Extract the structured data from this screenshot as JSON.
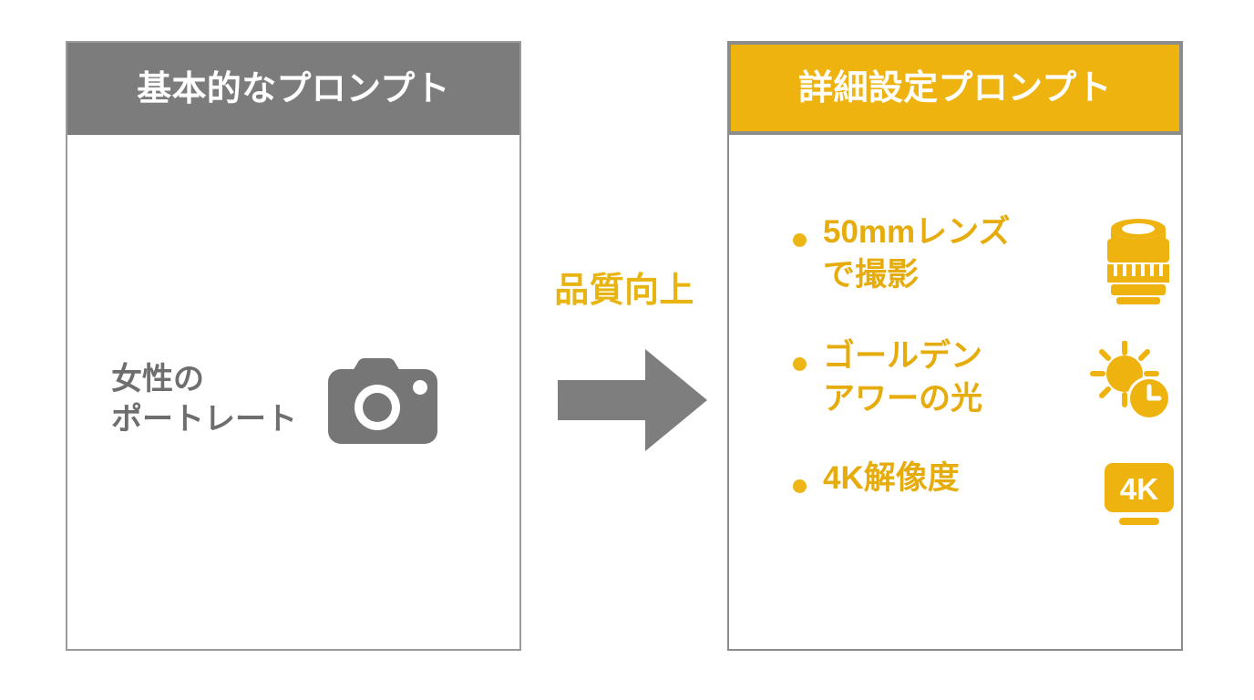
{
  "palette": {
    "amber": "#EFB310",
    "amber_text": "#E6AC0C",
    "gray_header": "#7C7C7C",
    "gray_text": "#6E6E6E",
    "gray_border": "#8C8C8C",
    "arrow_gray": "#7E7E7E",
    "white": "#FFFFFF",
    "background": "#FFFFFF"
  },
  "basic_card": {
    "header_title": "基本的なプロンプト",
    "prompt_text": "女性の\nポートレート",
    "icon": "camera-icon"
  },
  "middle": {
    "label": "品質向上",
    "arrow": "arrow-right-icon"
  },
  "detailed_card": {
    "header_title": "詳細設定プロンプト",
    "bullets": [
      {
        "text": "50mmレンズ\nで撮影",
        "icon": "camera-lens-icon"
      },
      {
        "text": "ゴールデン\nアワーの光",
        "icon": "sun-clock-icon"
      },
      {
        "text": "4K解像度",
        "icon": "monitor-4k-icon",
        "icon_label": "4K"
      }
    ]
  }
}
